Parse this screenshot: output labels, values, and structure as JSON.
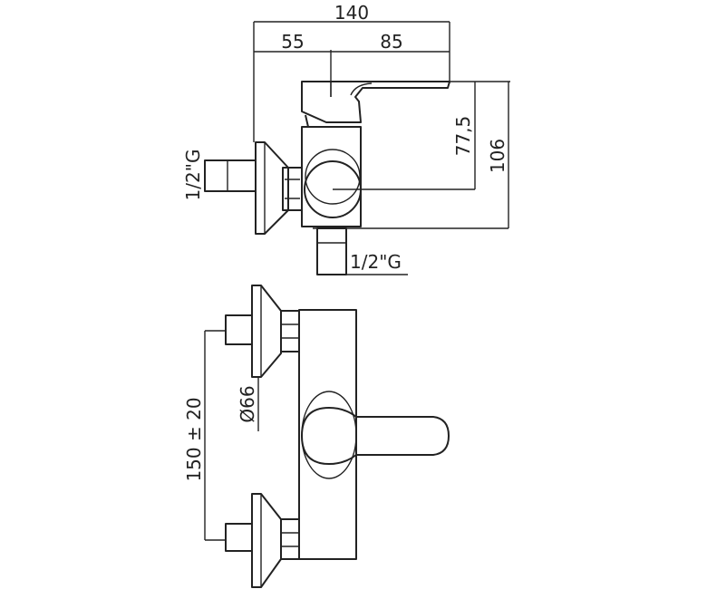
{
  "top_view": {
    "dim_overall_width": "140",
    "dim_wall_to_axis": "55",
    "dim_axis_to_spout": "85",
    "dim_axis_height": "77,5",
    "dim_total_height": "106",
    "inlet_thread_side": "1/2\"G",
    "outlet_thread_bottom": "1/2\"G"
  },
  "front_view": {
    "dim_inlet_spacing": "150 ± 20",
    "dim_flange_diameter": "Ø66"
  }
}
